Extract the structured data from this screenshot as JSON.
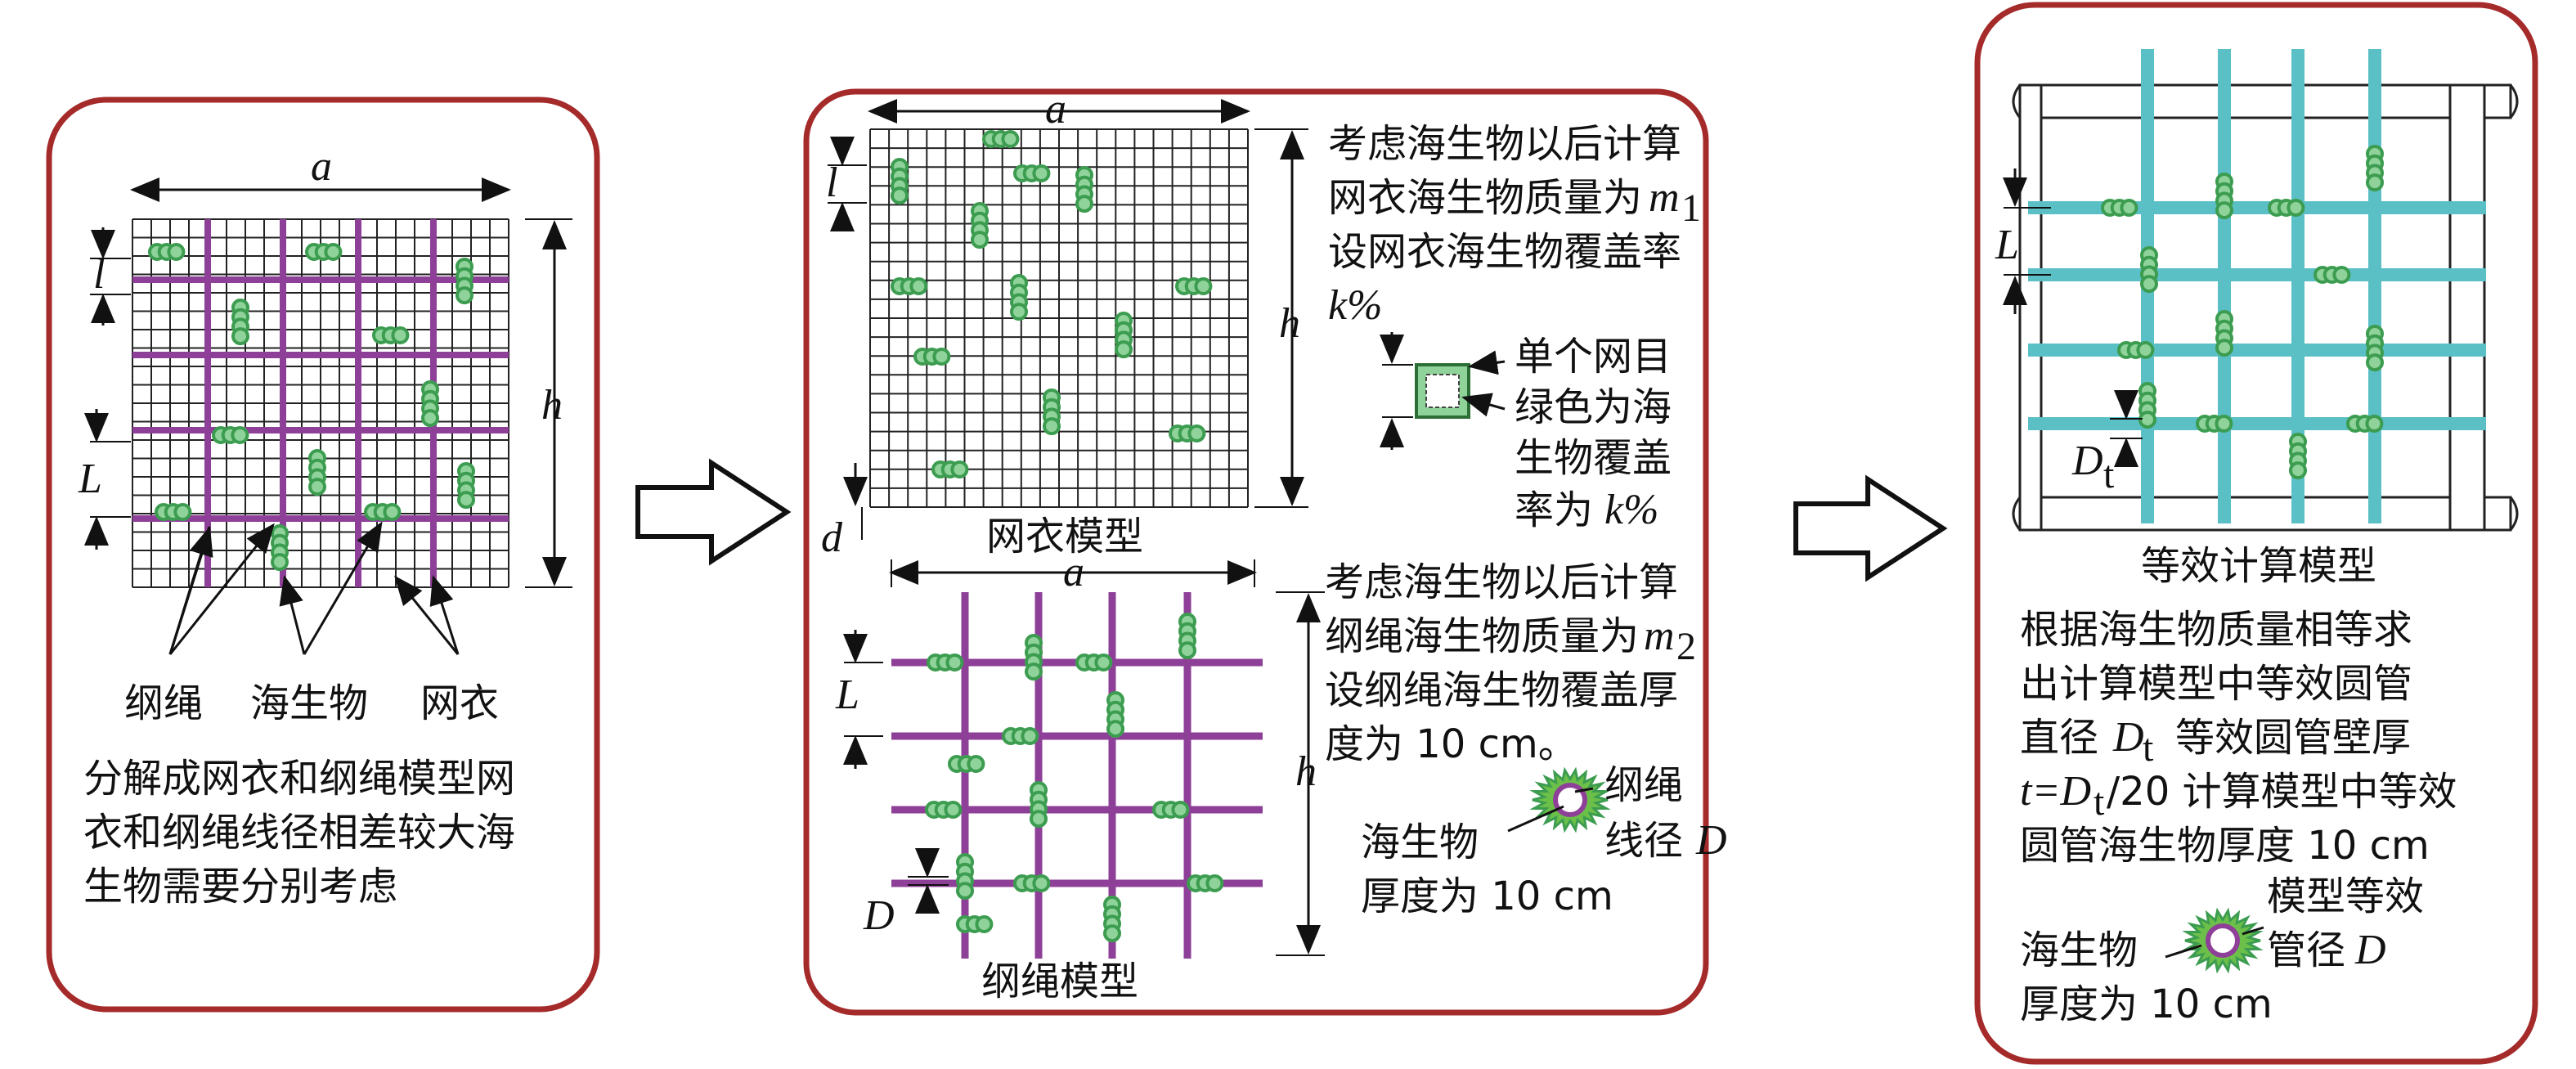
{
  "panel1": {
    "dim_a": "a",
    "dim_h": "h",
    "dim_l": "l",
    "dim_L": "L",
    "label_rope": "纲绳",
    "label_fouling": "海生物",
    "label_net": "网衣",
    "caption": [
      "分解成网衣和纲绳模型网",
      "衣和纲绳线径相差较大海",
      "生物需要分别考虑"
    ]
  },
  "panel2": {
    "net_title": "网衣模型",
    "dim_a": "a",
    "dim_h": "h",
    "dim_l": "l",
    "dim_d": "d",
    "net_text_l1": "考虑海生物以后计算",
    "net_text_l2": "网衣海生物质量为",
    "net_text_l2_sym": "m",
    "net_text_l2_sub": "1",
    "net_text_l3": "设网衣海生物覆盖率",
    "net_text_l4": "k%",
    "mesh_l1": "单个网目",
    "mesh_l2": "绿色为海",
    "mesh_l3": "生物覆盖",
    "mesh_l4": "率为",
    "mesh_l4_sym": "k%",
    "rope_title": "纲绳模型",
    "rope_dim_a": "a",
    "rope_dim_h": "h",
    "rope_dim_L": "L",
    "rope_dim_D": "D",
    "rope_text_l1": "考虑海生物以后计算",
    "rope_text_l2": "纲绳海生物质量为",
    "rope_text_l2_sym": "m",
    "rope_text_l2_sub": "2",
    "rope_text_l3": "设纲绳海生物覆盖厚",
    "rope_text_l4": "度为 10 cm。",
    "rope_label_rope1": "纲绳",
    "rope_label_rope2": "线径",
    "rope_label_D": "D",
    "rope_label_fouling1": "海生物",
    "rope_label_fouling2": "厚度为 10 cm"
  },
  "panel3": {
    "dim_L": "L",
    "dim_Dt": "D",
    "dim_Dt_sub": "t",
    "title": "等效计算模型",
    "text_l1": "根据海生物质量相等求",
    "text_l2": "出计算模型中等效圆管",
    "text_l3a": "直径",
    "text_l3_sym": "D",
    "text_l3_sub": "t",
    "text_l3b": "等效圆管壁厚",
    "text_l4a": "t=D",
    "text_l4_sub": "t",
    "text_l4b": "/20 计算模型中等效",
    "text_l5": "圆管海生物厚度 10 cm",
    "label_model1": "模型等效",
    "label_model2": "管径",
    "label_model_D": "D",
    "label_fouling1": "海生物",
    "label_fouling2": "厚度为 10 cm"
  },
  "colors": {
    "frame": "#a52a2a",
    "rope": "#8e3f98",
    "fouling": "#3c9c50",
    "fouling_fill": "#8fd39a",
    "pipe": "#5bc0c6",
    "grid": "#222222"
  }
}
